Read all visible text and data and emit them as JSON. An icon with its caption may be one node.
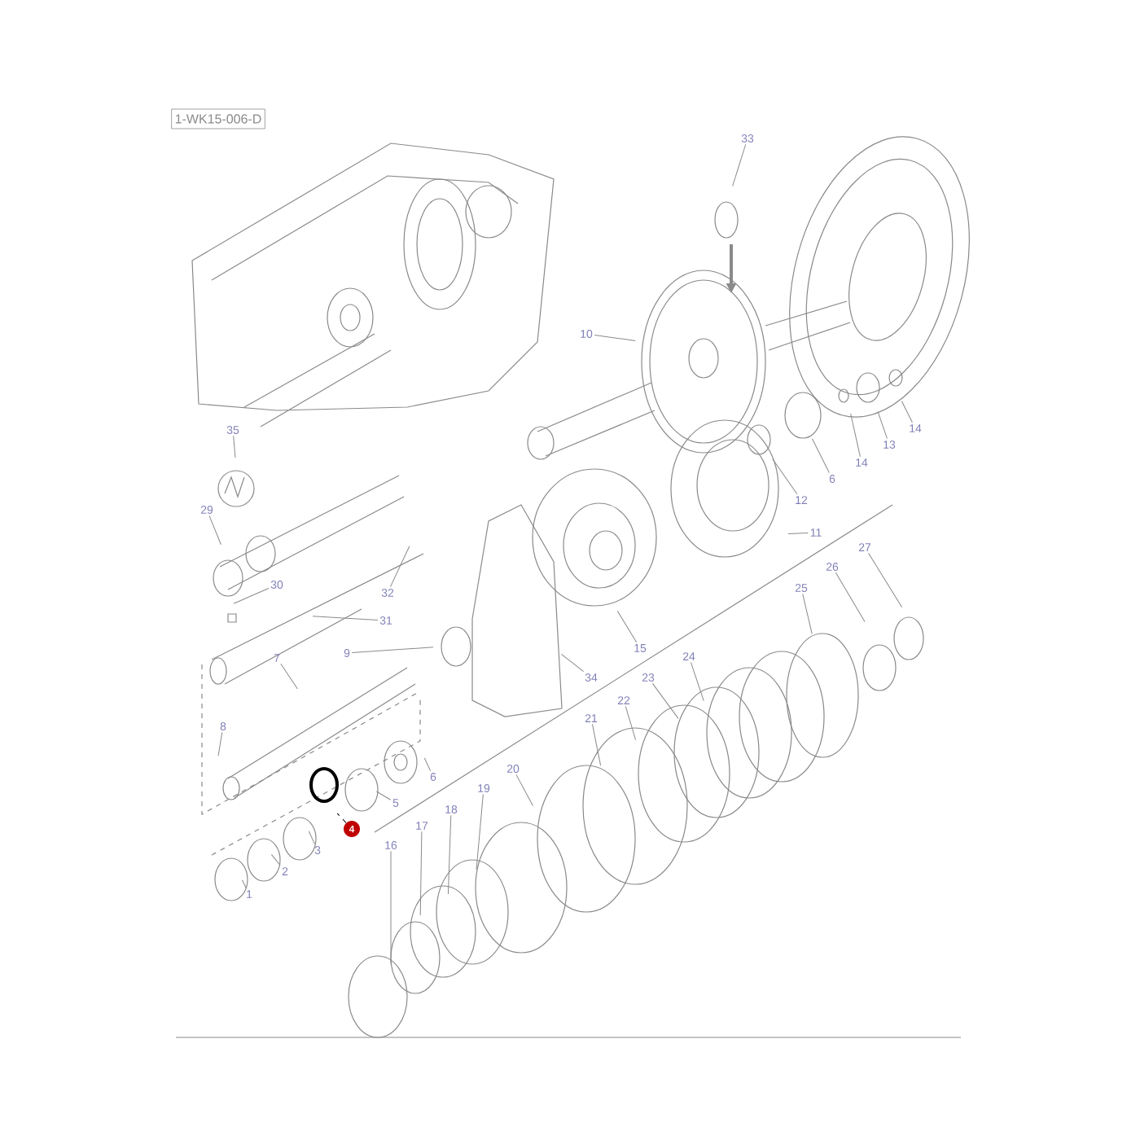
{
  "diagram": {
    "nodes": [
      {
        "text": [
          "1-WK15-006-D"
        ]
      },
      {
        "text": [
          "33"
        ]
      },
      {
        "text": [
          "10"
        ]
      },
      {
        "text": [
          "14"
        ]
      },
      {
        "text": [
          "35"
        ]
      },
      {
        "text": [
          "13"
        ]
      },
      {
        "text": [
          "14"
        ]
      },
      {
        "text": [
          "6"
        ]
      },
      {
        "text": [
          "29"
        ]
      },
      {
        "text": [
          "12"
        ]
      },
      {
        "text": [
          "11"
        ]
      },
      {
        "text": [
          "27"
        ]
      },
      {
        "text": [
          "26"
        ]
      },
      {
        "text": [
          "30"
        ]
      },
      {
        "text": [
          "25"
        ]
      },
      {
        "text": [
          "32"
        ]
      },
      {
        "text": [
          "31"
        ]
      },
      {
        "text": [
          "15"
        ]
      },
      {
        "text": [
          "9"
        ]
      },
      {
        "text": [
          "24"
        ]
      },
      {
        "text": [
          "7"
        ]
      },
      {
        "text": [
          "34"
        ]
      },
      {
        "text": [
          "23"
        ]
      },
      {
        "text": [
          "22"
        ]
      },
      {
        "text": [
          "21"
        ]
      },
      {
        "text": [
          "8"
        ]
      },
      {
        "text": [
          "20"
        ]
      },
      {
        "text": [
          "6"
        ]
      },
      {
        "text": [
          "19"
        ]
      },
      {
        "text": [
          "5"
        ]
      },
      {
        "text": [
          "18"
        ]
      },
      {
        "text": [
          "17"
        ]
      },
      {
        "text": [
          "4"
        ]
      },
      {
        "text": [
          "16"
        ]
      },
      {
        "text": [
          "3"
        ]
      },
      {
        "text": [
          "2"
        ]
      },
      {
        "text": [
          "1"
        ]
      }
    ],
    "edges": [
      {
        "from": 1,
        "to": null,
        "arrow": "none"
      },
      {
        "from": 2,
        "to": null,
        "arrow": "none"
      },
      {
        "from": 3,
        "to": null,
        "arrow": "none"
      },
      {
        "from": 4,
        "to": null,
        "arrow": "none"
      },
      {
        "from": 5,
        "to": null,
        "arrow": "none"
      },
      {
        "from": 6,
        "to": null,
        "arrow": "none"
      },
      {
        "from": 7,
        "to": null,
        "arrow": "none"
      },
      {
        "from": 8,
        "to": null,
        "arrow": "none"
      },
      {
        "from": 9,
        "to": null,
        "arrow": "none"
      },
      {
        "from": 10,
        "to": null,
        "arrow": "none"
      },
      {
        "from": 11,
        "to": null,
        "arrow": "none"
      },
      {
        "from": 12,
        "to": null,
        "arrow": "none"
      },
      {
        "from": 13,
        "to": null,
        "arrow": "none"
      },
      {
        "from": 14,
        "to": null,
        "arrow": "none"
      },
      {
        "from": 15,
        "to": null,
        "arrow": "none"
      },
      {
        "from": 16,
        "to": null,
        "arrow": "none"
      },
      {
        "from": 17,
        "to": null,
        "arrow": "none"
      },
      {
        "from": 18,
        "to": null,
        "arrow": "none"
      },
      {
        "from": 19,
        "to": null,
        "arrow": "none"
      },
      {
        "from": 20,
        "to": null,
        "arrow": "none"
      },
      {
        "from": 21,
        "to": null,
        "arrow": "none"
      },
      {
        "from": 22,
        "to": null,
        "arrow": "none"
      },
      {
        "from": 23,
        "to": null,
        "arrow": "none"
      },
      {
        "from": 24,
        "to": null,
        "arrow": "none"
      },
      {
        "from": 25,
        "to": null,
        "arrow": "none"
      },
      {
        "from": 26,
        "to": null,
        "arrow": "none"
      },
      {
        "from": 27,
        "to": null,
        "arrow": "none"
      },
      {
        "from": 28,
        "to": null,
        "arrow": "none"
      },
      {
        "from": 29,
        "to": null,
        "arrow": "none"
      },
      {
        "from": 30,
        "to": null,
        "arrow": "none"
      },
      {
        "from": 31,
        "to": null,
        "arrow": "none"
      },
      {
        "from": 32,
        "to": null,
        "arrow": "none",
        "style": "dashed",
        "color": "#000000"
      },
      {
        "from": 33,
        "to": null,
        "arrow": "none"
      },
      {
        "from": 34,
        "to": null,
        "arrow": "none"
      },
      {
        "from": 35,
        "to": null,
        "arrow": "none"
      },
      {
        "from": 36,
        "to": null,
        "arrow": "none"
      }
    ]
  }
}
